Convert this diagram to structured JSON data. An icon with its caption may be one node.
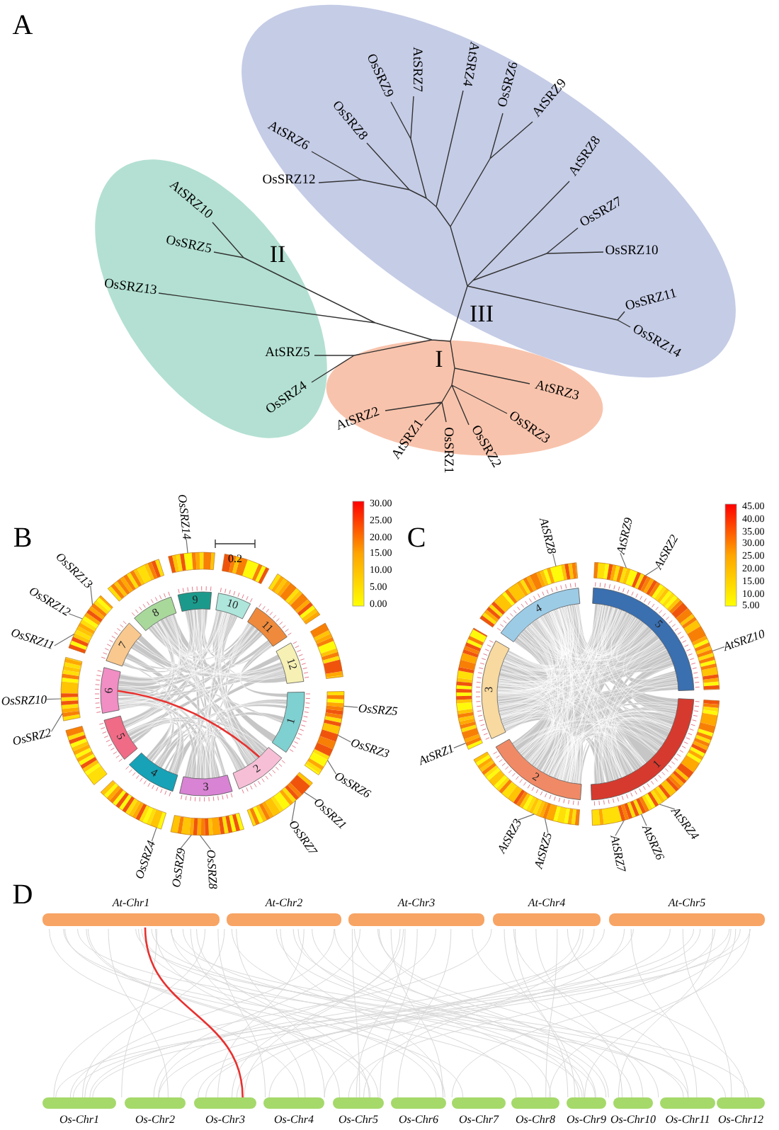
{
  "diagram": {
    "nodes": [
      {
        "text": [
          "III"
        ]
      },
      {
        "text": [
          "II"
        ]
      },
      {
        "text": [
          "I"
        ]
      },
      {
        "text": [
          "OsSRZ14"
        ]
      },
      {
        "text": [
          "OsSRZ13"
        ]
      },
      {
        "text": [
          "OsSRZ12"
        ]
      },
      {
        "text": [
          "OsSRZ11"
        ]
      },
      {
        "text": [
          "OsSRZ10"
        ]
      },
      {
        "text": [
          "OsSRZ2"
        ]
      },
      {
        "text": [
          "OsSRZ5"
        ]
      },
      {
        "text": [
          "OsSRZ3"
        ]
      },
      {
        "text": [
          "OsSRZ6"
        ]
      },
      {
        "text": [
          "OsSRZ1"
        ]
      },
      {
        "text": [
          "OsSRZ7"
        ]
      },
      {
        "text": [
          "OsSRZ4"
        ]
      },
      {
        "text": [
          "OsSRZ9"
        ]
      },
      {
        "text": [
          "OsSRZ8"
        ]
      },
      {
        "text": [
          "AtSRZ8"
        ]
      },
      {
        "text": [
          "AtSRZ9"
        ]
      },
      {
        "text": [
          "AtSRZ2"
        ]
      },
      {
        "text": [
          "AtSRZ10"
        ]
      },
      {
        "text": [
          "AtSRZ1"
        ]
      },
      {
        "text": [
          "AtSRZ3"
        ]
      },
      {
        "text": [
          "AtSRZ5"
        ]
      },
      {
        "text": [
          "AtSRZ7"
        ]
      },
      {
        "text": [
          "AtSRZ6"
        ]
      },
      {
        "text": [
          "AtSRZ4"
        ]
      },
      {
        "text": [
          "At-Chr1"
        ]
      },
      {
        "text": [
          "At-Chr2"
        ]
      },
      {
        "text": [
          "At-Chr3"
        ]
      },
      {
        "text": [
          "At-Chr4"
        ]
      },
      {
        "text": [
          "At-Chr5"
        ]
      },
      {
        "text": [
          "Os-Chr1"
        ]
      },
      {
        "text": [
          "Os-Chr2"
        ]
      },
      {
        "text": [
          "Os-Chr3"
        ]
      },
      {
        "text": [
          "Os-Chr4"
        ]
      },
      {
        "text": [
          "Os-Chr5"
        ]
      },
      {
        "text": [
          "Os-Chr6"
        ]
      },
      {
        "text": [
          "Os-Chr7"
        ]
      },
      {
        "text": [
          "Os-Chr8"
        ]
      },
      {
        "text": [
          "Os-Chr9"
        ]
      },
      {
        "text": [
          "Os-Chr10"
        ]
      },
      {
        "text": [
          "Os-Chr11"
        ]
      },
      {
        "text": [
          "Os-Chr12"
        ]
      },
      {
        "text": [
          "9"
        ]
      },
      {
        "text": [
          "10"
        ]
      },
      {
        "text": [
          "11"
        ]
      },
      {
        "text": [
          "12"
        ]
      },
      {
        "text": [
          "1"
        ]
      },
      {
        "text": [
          "2"
        ]
      },
      {
        "text": [
          "3"
        ]
      },
      {
        "text": [
          "4"
        ]
      },
      {
        "text": [
          "5"
        ]
      },
      {
        "text": [
          "6"
        ]
      },
      {
        "text": [
          "7"
        ]
      },
      {
        "text": [
          "8"
        ]
      },
      {
        "text": [
          "4"
        ]
      },
      {
        "text": [
          "5"
        ]
      },
      {
        "text": [
          "3"
        ]
      },
      {
        "text": [
          "1"
        ]
      },
      {
        "text": [
          "2"
        ]
      }
    ],
    "edges": [
      {
        "from": 3,
        "to": 44,
        "arrow": "none"
      },
      {
        "from": 4,
        "to": 54,
        "arrow": "none"
      },
      {
        "from": 5,
        "to": 54,
        "arrow": "none"
      },
      {
        "from": 6,
        "to": 54,
        "arrow": "none"
      },
      {
        "from": 7,
        "to": 53,
        "arrow": "none"
      },
      {
        "from": 8,
        "to": 53,
        "arrow": "none"
      },
      {
        "from": 9,
        "to": 48,
        "arrow": "none"
      },
      {
        "from": 10,
        "to": 48,
        "arrow": "none"
      },
      {
        "from": 11,
        "to": 48,
        "arrow": "none"
      },
      {
        "from": 12,
        "to": 49,
        "arrow": "none"
      },
      {
        "from": 13,
        "to": 49,
        "arrow": "none"
      },
      {
        "from": 14,
        "to": 51,
        "arrow": "none"
      },
      {
        "from": 15,
        "to": 50,
        "arrow": "none"
      },
      {
        "from": 16,
        "to": 50,
        "arrow": "none"
      },
      {
        "from": 17,
        "to": 56,
        "arrow": "none"
      },
      {
        "from": 18,
        "to": 57,
        "arrow": "none"
      },
      {
        "from": 19,
        "to": 57,
        "arrow": "none"
      },
      {
        "from": 20,
        "to": 57,
        "arrow": "none"
      },
      {
        "from": 21,
        "to": 58,
        "arrow": "none"
      },
      {
        "from": 22,
        "to": 60,
        "arrow": "none"
      },
      {
        "from": 23,
        "to": 60,
        "arrow": "none"
      },
      {
        "from": 24,
        "to": 59,
        "arrow": "none"
      },
      {
        "from": 25,
        "to": 59,
        "arrow": "none"
      },
      {
        "from": 26,
        "to": 59,
        "arrow": "none"
      },
      {
        "from": 27,
        "to": 34,
        "arrow": "none",
        "color": "#e8312f"
      },
      {
        "from": 53,
        "to": 49,
        "arrow": "none",
        "color": "#e8312f"
      }
    ],
    "labels": [
      "A",
      "AtSRZ4",
      "AtSRZ7",
      "OsSRZ9",
      "OsSRZ6",
      "AtSRZ9",
      "OsSRZ8",
      "AtSRZ6",
      "AtSRZ8",
      "OsSRZ12",
      "AtSRZ10",
      "OsSRZ7",
      "OsSRZ5",
      "OsSRZ10",
      "OsSRZ13",
      "OsSRZ11",
      "OsSRZ14",
      "AtSRZ5",
      "AtSRZ3",
      "OsSRZ4",
      "AtSRZ2",
      "OsSRZ3",
      "AtSRZ1",
      "OsSRZ1",
      "OsSRZ2",
      "0.2",
      "B",
      "30.00",
      "25.00",
      "20.00",
      "15.00",
      "10.00",
      "5.00",
      "0.00",
      "C",
      "45.00",
      "40.00",
      "35.00",
      "30.00",
      "25.00",
      "20.00",
      "15.00",
      "10.00",
      "5.00",
      "D"
    ]
  }
}
